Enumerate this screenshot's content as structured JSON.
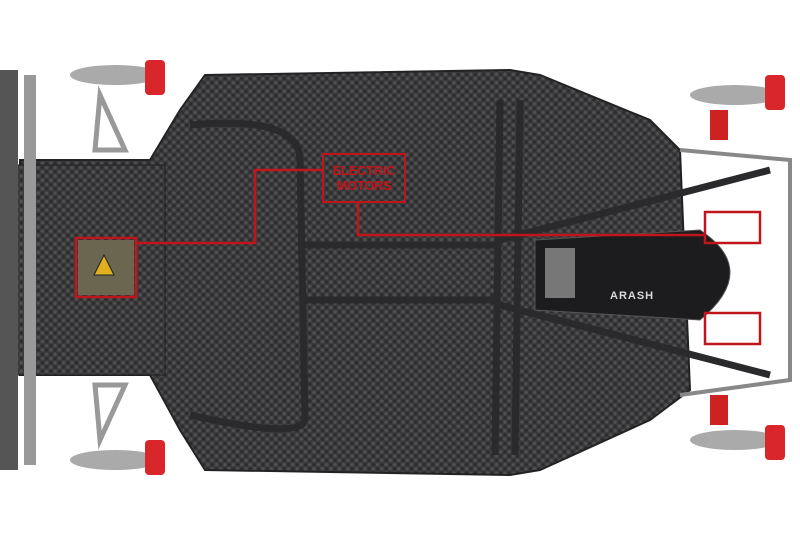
{
  "annotation": {
    "line1": "ELECTRIC",
    "line2": "MOTORS"
  },
  "colors": {
    "callout": "#c0161b",
    "carbon": "#3a3a3c",
    "brake_caliper": "#d9262b"
  },
  "picture_lettering": [
    "ARASH"
  ]
}
